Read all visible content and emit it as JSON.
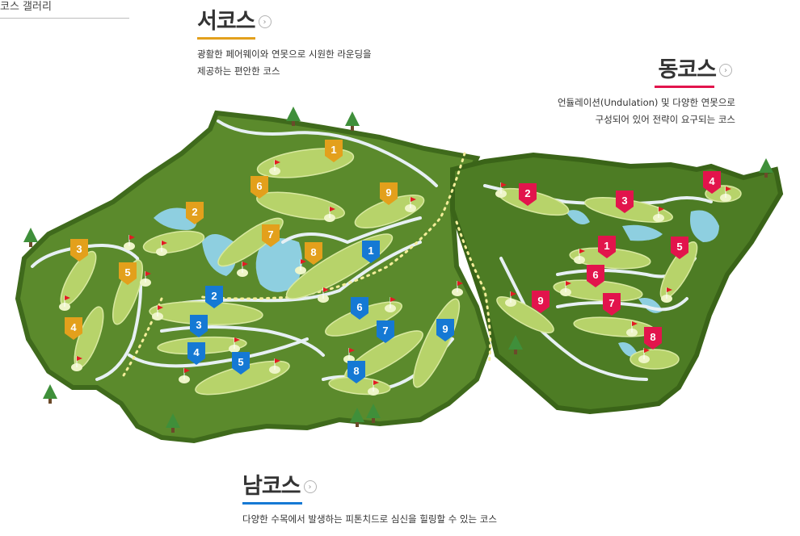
{
  "breadcrumb": "코스 갤러리",
  "courses": {
    "west": {
      "title": "서코스",
      "desc1": "광활한 페어웨이와 연못으로 시원한 라운딩을",
      "desc2": "제공하는 편안한 코스",
      "color": "#e3a01c"
    },
    "east": {
      "title": "동코스",
      "desc1": "언듈레이션(Undulation) 및 다양한 연못으로",
      "desc2": "구성되어 있어 전략이 요구되는 코스",
      "color": "#e2144c"
    },
    "south": {
      "title": "남코스",
      "desc1": "다양한 수목에서 발생하는 피톤치드로 심신을 힐링할 수 있는 코스",
      "color": "#1579d4"
    }
  },
  "colors": {
    "rough": "#5b8a2c",
    "rough_edge": "#3f6a1c",
    "fairway": "#b7d36a",
    "path": "#e7f0f4",
    "water": "#8ecfe0",
    "east_area": "#4d7c24"
  },
  "icons": [
    "chevron-right-icon",
    "flag-icon",
    "tree-icon"
  ],
  "holes": {
    "west": [
      "1",
      "2",
      "3",
      "4",
      "5",
      "6",
      "7",
      "8",
      "9"
    ],
    "south": [
      "1",
      "2",
      "3",
      "4",
      "5",
      "6",
      "7",
      "8",
      "9"
    ],
    "east": [
      "1",
      "2",
      "3",
      "4",
      "5",
      "6",
      "7",
      "8",
      "9"
    ]
  }
}
